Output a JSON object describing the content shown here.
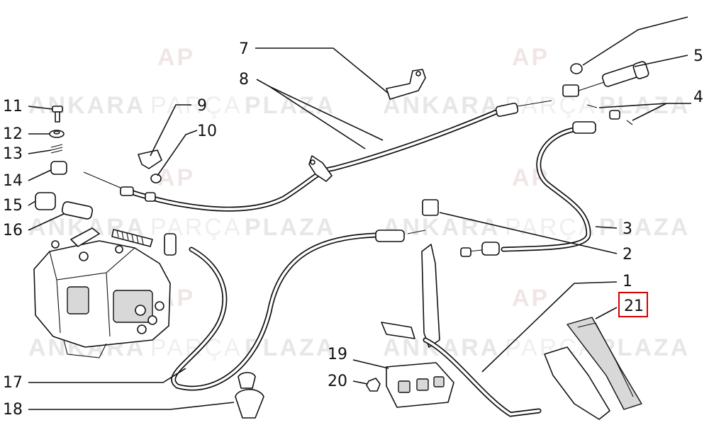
{
  "watermark": {
    "logo_text": "AP",
    "word_bold_1": "ANKARA",
    "word_light": "PARÇA",
    "word_bold_2": "PLAZA",
    "colors": {
      "bold": "#e7e7e7",
      "light": "#efefef",
      "logo": "#f1e6e6"
    }
  },
  "callouts": {
    "c1": "1",
    "c2": "2",
    "c3": "3",
    "c4": "4",
    "c5": "5",
    "c7": "7",
    "c8": "8",
    "c9": "9",
    "c10": "10",
    "c11": "11",
    "c12": "12",
    "c13": "13",
    "c14": "14",
    "c15": "15",
    "c16": "16",
    "c17": "17",
    "c18": "18",
    "c19": "19",
    "c20": "20",
    "c21": "21"
  },
  "highlight": {
    "part": "21",
    "color": "#d40000"
  },
  "colors": {
    "ink": "#111111",
    "paper": "#ffffff"
  }
}
